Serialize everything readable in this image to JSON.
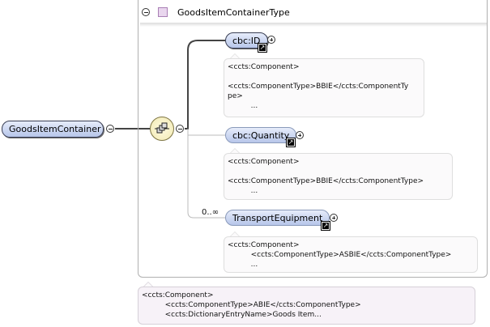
{
  "root_element": {
    "label": "GoodsItemContainer",
    "collapse_icon": "minus-circle-icon"
  },
  "complex_type": {
    "label": "GoodsItemContainerType",
    "collapse_icon": "minus-circle-icon",
    "type_icon": "complex-type-square-icon"
  },
  "compositor": {
    "kind": "sequence",
    "icon": "sequence-icon",
    "collapse_icon": "minus-circle-icon"
  },
  "children": [
    {
      "label": "cbc:ID",
      "occurs": "",
      "required": true,
      "expand_icon": "plus-circle-icon",
      "link_icon": "reference-arrow-icon",
      "annotation": "<ccts:Component>\n\n<ccts:ComponentType>BBIE</ccts:ComponentTy\npe>\n          ..."
    },
    {
      "label": "cbc:Quantity",
      "occurs": "",
      "required": false,
      "expand_icon": "plus-circle-icon",
      "link_icon": "reference-arrow-icon",
      "annotation": "<ccts:Component>\n\n<ccts:ComponentType>BBIE</ccts:ComponentType>\n          ..."
    },
    {
      "label": "TransportEquipment",
      "occurs": "0..∞",
      "required": false,
      "expand_icon": "plus-circle-icon",
      "link_icon": "reference-arrow-icon",
      "annotation": "<ccts:Component>\n          <ccts:ComponentType>ASBIE</ccts:ComponentType>\n          ..."
    }
  ],
  "root_annotation": "<ccts:Component>\n          <ccts:ComponentType>ABIE</ccts:ComponentType>\n          <ccts:DictionaryEntryName>Goods Item..."
}
